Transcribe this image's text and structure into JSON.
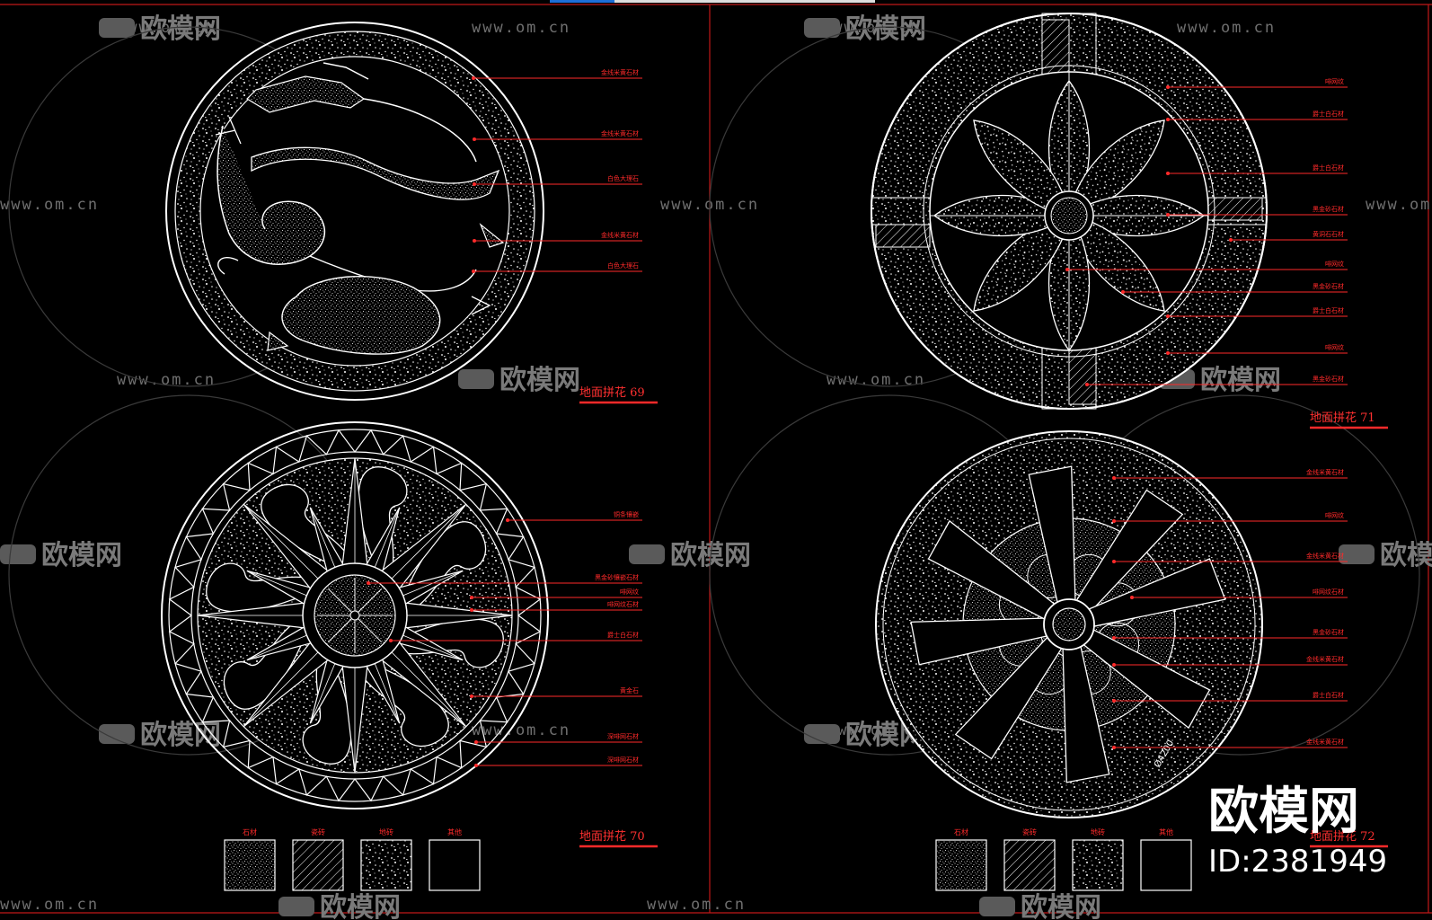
{
  "panels": [
    {
      "id": "p69",
      "title": "地面拼花 69",
      "labels": [
        "金线米黄石材",
        "金线米黄石材",
        "白色大理石",
        "金线米黄石材",
        "白色大理石"
      ]
    },
    {
      "id": "p70",
      "title": "地面拼花 70",
      "labels": [
        "铜条镶嵌",
        "黑金砂镶嵌石材",
        "啡网纹",
        "啡网纹石材",
        "爵士白石材",
        "黄金石",
        "深啡网石材",
        "深啡网石材"
      ],
      "legend": [
        "石材",
        "瓷砖",
        "地砖",
        "其他"
      ]
    },
    {
      "id": "p71",
      "title": "地面拼花 71",
      "labels": [
        "啡网纹",
        "爵士白石材",
        "爵士白石材",
        "黑金砂石材",
        "黄洞石石材",
        "啡网纹",
        "黑金砂石材",
        "爵士白石材",
        "啡网纹",
        "黑金砂石材"
      ]
    },
    {
      "id": "p72",
      "title": "地面拼花 72",
      "labels": [
        "金线米黄石材",
        "啡网纹",
        "金线米黄石材",
        "啡网纹石材",
        "黑金砂石材",
        "金线米黄石材",
        "爵士白石材",
        "金线米黄石材"
      ],
      "legend": [
        "石材",
        "瓷砖",
        "地砖",
        "其他"
      ],
      "dimension": "Ø4200"
    }
  ],
  "watermark": {
    "url": "www.om.cn",
    "cn": "欧模网"
  },
  "brand": {
    "name": "欧模网",
    "id": "ID:2381949"
  },
  "colors": {
    "background": "#000000",
    "lines": "#ffffff",
    "annotation": "#ff2a2a",
    "watermark": "#6f6f6f"
  }
}
